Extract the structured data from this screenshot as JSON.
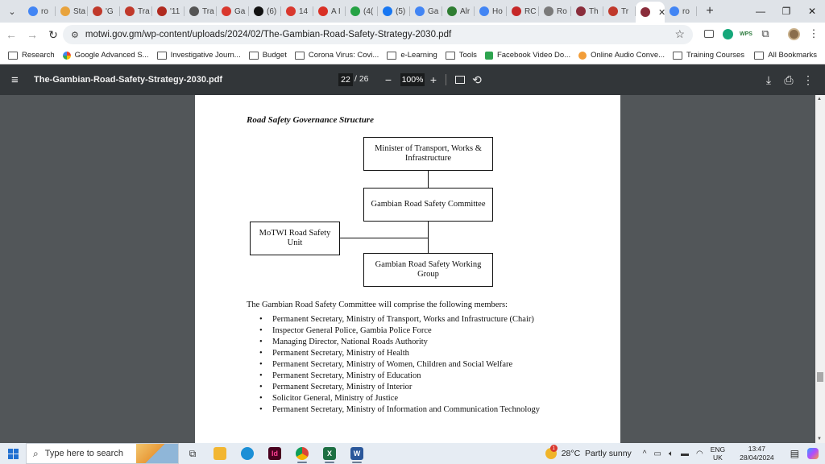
{
  "browser": {
    "tabs": [
      {
        "label": "ro",
        "fav": "google-icon",
        "color": "#4285f4"
      },
      {
        "label": "Sta",
        "fav": "star-site-icon",
        "color": "#e8a33d"
      },
      {
        "label": "'G",
        "fav": "news-site-icon",
        "color": "#c0392b"
      },
      {
        "label": "Tra",
        "fav": "news-site-icon",
        "color": "#c0392b"
      },
      {
        "label": "'11",
        "fav": "news-site-icon",
        "color": "#b02a1f"
      },
      {
        "label": "Tra",
        "fav": "globe-icon",
        "color": "#555555"
      },
      {
        "label": "Ga",
        "fav": "pdf-icon",
        "color": "#d9382e"
      },
      {
        "label": "(6)",
        "fav": "x-icon",
        "color": "#111111"
      },
      {
        "label": "14",
        "fav": "pdf-icon",
        "color": "#d9382e"
      },
      {
        "label": "A I",
        "fav": "gmail-icon",
        "color": "#d93025"
      },
      {
        "label": "(4(",
        "fav": "whatsapp-icon",
        "color": "#25a244"
      },
      {
        "label": "(5)",
        "fav": "facebook-icon",
        "color": "#1877f2"
      },
      {
        "label": "Ga",
        "fav": "google-icon",
        "color": "#4285f4"
      },
      {
        "label": "Alr",
        "fav": "eagle-icon",
        "color": "#2e7d32"
      },
      {
        "label": "Ho",
        "fav": "google-icon",
        "color": "#4285f4"
      },
      {
        "label": "RC",
        "fav": "w-icon",
        "color": "#c62828"
      },
      {
        "label": "Ro",
        "fav": "globe-icon",
        "color": "#7a7a7a"
      },
      {
        "label": "Th",
        "fav": "globe-icon",
        "color": "#8a2d3b"
      },
      {
        "label": "Tr",
        "fav": "news-site-icon",
        "color": "#c0392b"
      },
      {
        "label": "ro",
        "fav": "google-icon",
        "color": "#4285f4"
      }
    ],
    "active_tab_icon": "globe-icon",
    "url": "motwi.gov.gm/wp-content/uploads/2024/02/The-Gambian-Road-Safety-Strategy-2030.pdf",
    "bookmarks": [
      {
        "label": "Research",
        "icon": "folder-icon"
      },
      {
        "label": "Google Advanced S...",
        "icon": "google-icon"
      },
      {
        "label": "Investigative Journ...",
        "icon": "folder-icon"
      },
      {
        "label": "Budget",
        "icon": "folder-icon"
      },
      {
        "label": "Corona Virus: Covi...",
        "icon": "folder-icon"
      },
      {
        "label": "e-Learning",
        "icon": "folder-icon"
      },
      {
        "label": "Tools",
        "icon": "folder-icon"
      },
      {
        "label": "Facebook Video Do...",
        "icon": "download-icon"
      },
      {
        "label": "Online Audio Conve...",
        "icon": "audio-icon"
      },
      {
        "label": "Training Courses",
        "icon": "folder-icon"
      }
    ],
    "all_bookmarks": "All Bookmarks"
  },
  "pdf": {
    "title": "The-Gambian-Road-Safety-Strategy-2030.pdf",
    "page_current": "22",
    "page_total": "/ 26",
    "zoom": "100%"
  },
  "document": {
    "section_title": "Road Safety Governance Structure",
    "org_chart": {
      "minister": "Minister of Transport, Works & Infrastructure",
      "committee": "Gambian Road Safety Committee",
      "unit": "MoTWI Road Safety Unit",
      "working_group": "Gambian Road Safety Working Group"
    },
    "intro": "The Gambian Road Safety Committee will comprise the following members:",
    "members": [
      "Permanent Secretary, Ministry of Transport, Works and Infrastructure (Chair)",
      "Inspector General Police, Gambia Police Force",
      "Managing Director, National Roads Authority",
      "Permanent Secretary, Ministry of Health",
      "Permanent Secretary, Ministry of Women, Children and Social Welfare",
      "Permanent Secretary, Ministry of Education",
      "Permanent Secretary, Ministry of Interior",
      "Solicitor General, Ministry of Justice",
      "Permanent Secretary, Ministry of Information and Communication Technology"
    ]
  },
  "taskbar": {
    "search_placeholder": "Type here to search",
    "weather_temp": "28°C",
    "weather_desc": "Partly sunny",
    "weather_badge": "1",
    "lang_line1": "ENG",
    "lang_line2": "UK",
    "time": "13:47",
    "date": "28/04/2024"
  }
}
